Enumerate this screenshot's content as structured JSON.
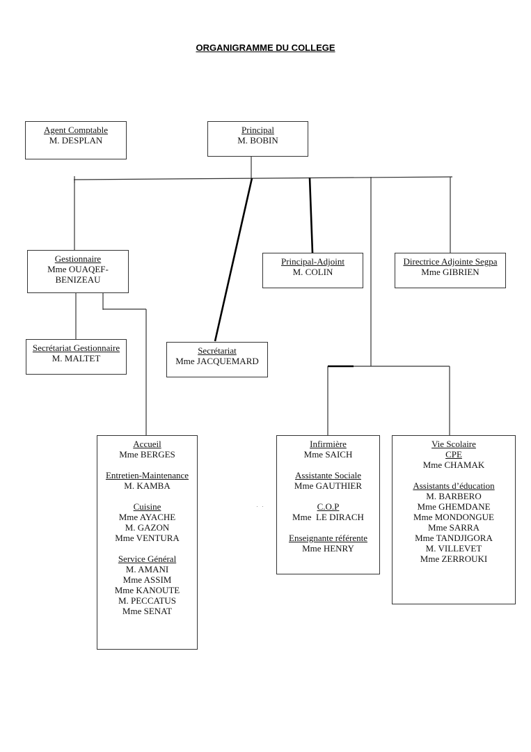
{
  "title": "ORGANIGRAMME DU COLLEGE",
  "boxes": {
    "agent_comptable": {
      "role": "Agent Comptable",
      "name": "M. DESPLAN"
    },
    "principal": {
      "role": "Principal",
      "name": "M. BOBIN"
    },
    "gestionnaire": {
      "role": "Gestionnaire",
      "name_line1": "Mme OUAQEF-",
      "name_line2": "BENIZEAU"
    },
    "principal_adjoint": {
      "role": "Principal-Adjoint",
      "name": "M. COLIN"
    },
    "directrice_segpa": {
      "role": "Directrice Adjointe Segpa",
      "name": "Mme GIBRIEN"
    },
    "secretariat_gestionnaire": {
      "role": "Secrétariat Gestionnaire",
      "name": "M. MALTET"
    },
    "secretariat": {
      "role": "Secrétariat",
      "name": "Mme JACQUEMARD"
    },
    "agents": {
      "accueil": {
        "role": "Accueil",
        "names": [
          "Mme BERGES"
        ]
      },
      "entretien": {
        "role": "Entretien-Maintenance",
        "names": [
          "M. KAMBA"
        ]
      },
      "cuisine": {
        "role": "Cuisine",
        "names": [
          "Mme AYACHE",
          "M. GAZON",
          "Mme VENTURA"
        ]
      },
      "service_general": {
        "role": "Service Général",
        "names": [
          "M. AMANI",
          "Mme ASSIM",
          "Mme KANOUTE",
          "M. PECCATUS",
          "Mme SENAT"
        ]
      }
    },
    "medico_social": {
      "infirmiere": {
        "role": "Infirmière",
        "names": [
          "Mme SAICH"
        ]
      },
      "assistante_sociale": {
        "role": "Assistante Sociale",
        "names": [
          "Mme GAUTHIER"
        ]
      },
      "cop": {
        "role": "C.O.P",
        "names": [
          "Mme  LE DIRACH"
        ]
      },
      "enseignante": {
        "role": "Enseignante référente",
        "names": [
          "Mme HENRY"
        ]
      }
    },
    "vie_scolaire": {
      "role": "Vie Scolaire",
      "cpe_role": "CPE",
      "cpe_name": "Mme CHAMAK",
      "aed_role": "Assistants d’éducation",
      "aed_names": [
        "M. BARBERO",
        "Mme GHEMDANE",
        "Mme MONDONGUE",
        "Mme SARRA",
        "Mme TANDJIGORA",
        "M. VILLEVET",
        "Mme ZERROUKI"
      ]
    }
  }
}
